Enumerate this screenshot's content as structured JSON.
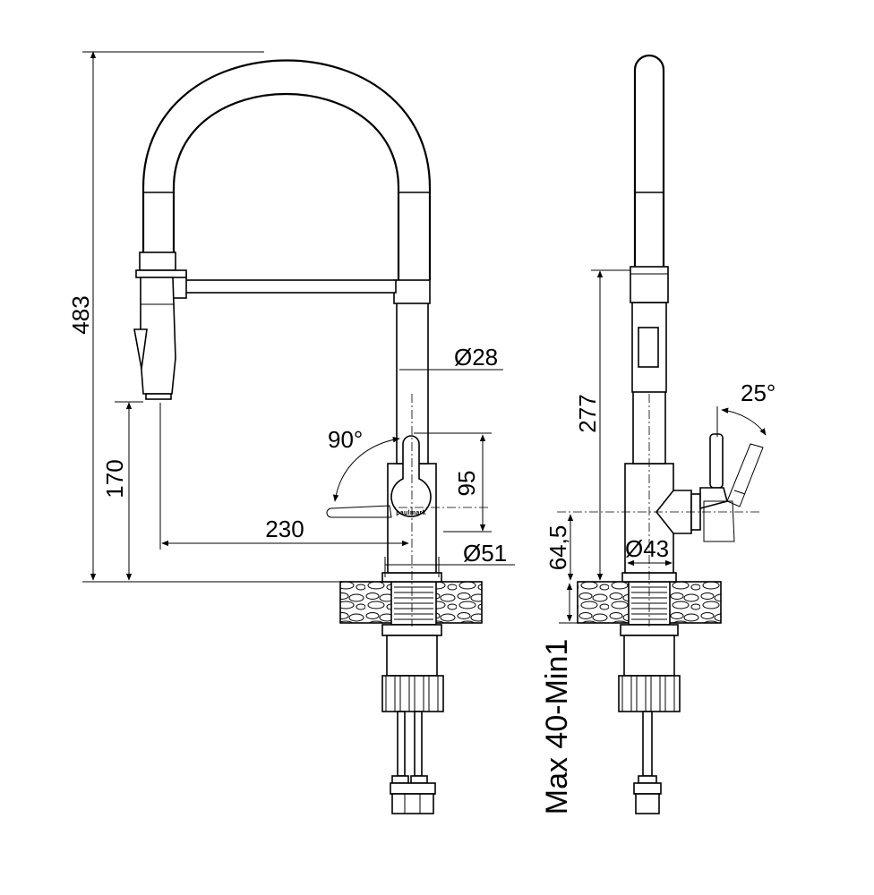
{
  "front_view": {
    "dimensions": {
      "total_height": "483",
      "spout_height": "170",
      "reach": "230",
      "body_diameter": "Ø28",
      "base_diameter": "Ø51",
      "handle_height": "95",
      "handle_rotation": "90°"
    },
    "logo_text": "paulmark"
  },
  "side_view": {
    "dimensions": {
      "spout_height": "277",
      "lever_height": "64,5",
      "base_diameter": "Ø43",
      "lever_tilt": "25°",
      "countertop_thickness": "Max 40-Min1"
    }
  },
  "colors": {
    "line": "#000000",
    "background": "#ffffff"
  }
}
